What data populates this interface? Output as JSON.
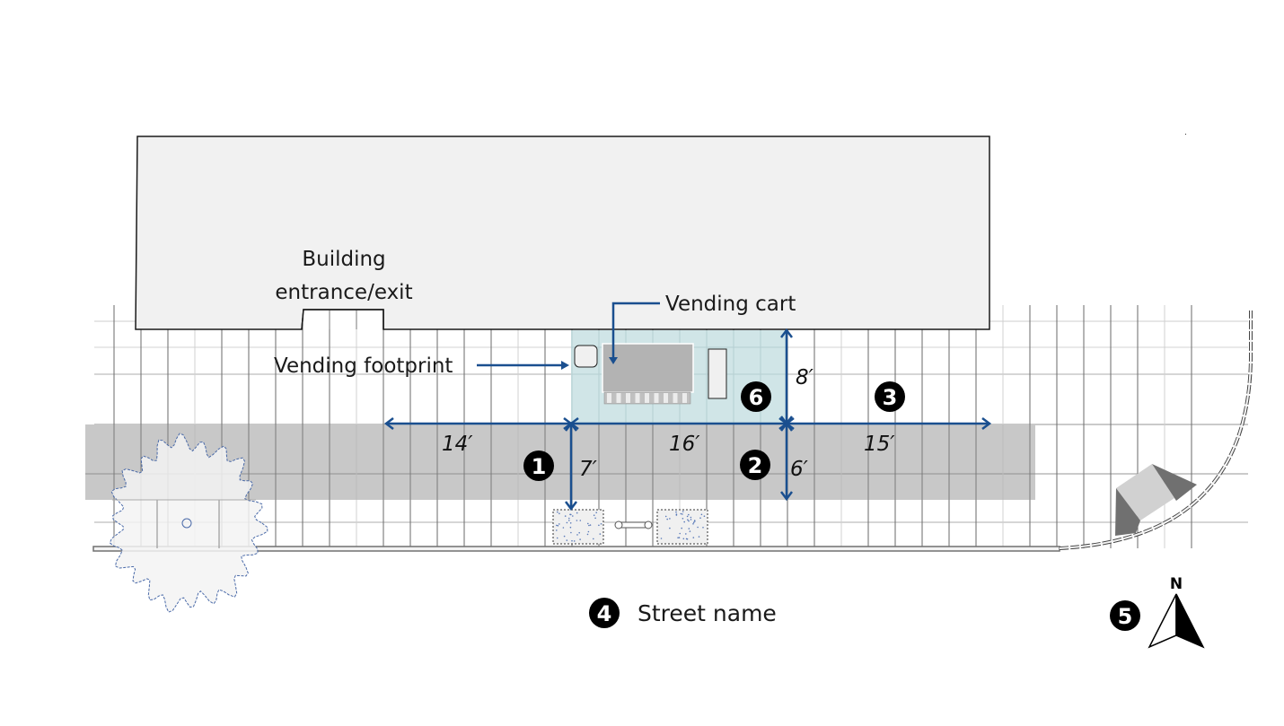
{
  "diagram": {
    "type": "vending-site-plan",
    "labels": {
      "building_line1": "Building",
      "building_line2": "entrance/exit",
      "vending_cart": "Vending cart",
      "vending_footprint": "Vending footprint",
      "street_name": "Street name",
      "north": "N"
    },
    "dimensions": {
      "left_clearance": "14′",
      "footprint_width": "16′",
      "right_clearance": "15′",
      "footprint_depth": "8′",
      "curb_clearance": "7′",
      "sidewalk_clear": "6′"
    },
    "markers": [
      {
        "id": "marker-1",
        "number": "1"
      },
      {
        "id": "marker-2",
        "number": "2"
      },
      {
        "id": "marker-3",
        "number": "3"
      },
      {
        "id": "marker-4",
        "number": "4"
      },
      {
        "id": "marker-5",
        "number": "5"
      },
      {
        "id": "marker-6",
        "number": "6"
      }
    ],
    "colors": {
      "dimension_line": "#1a4f8f",
      "footprint_fill": "#cde4e6",
      "sidewalk_fill": "#c8c8c8",
      "building_fill": "#f1f1f1",
      "cart_fill": "#b3b3b3",
      "tree_outline": "#4a6aa8"
    }
  }
}
